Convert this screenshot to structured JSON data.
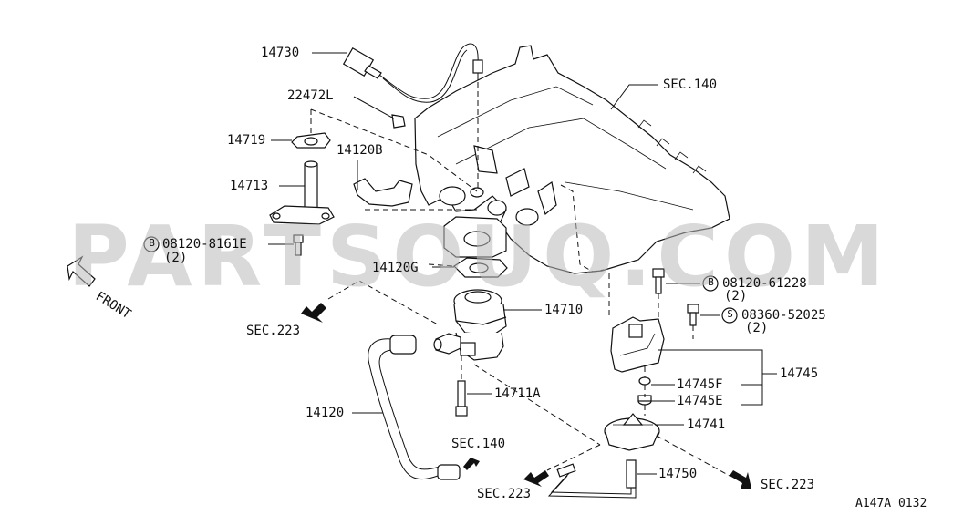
{
  "diagram_id": "A147A 0132",
  "watermark": "PARTSOUQ.COM",
  "front_label": "FRONT",
  "labels": {
    "p14730": "14730",
    "p22472L": "22472L",
    "p14719": "14719",
    "p14713": "14713",
    "p08120_8161E": "08120-8161E",
    "p08120_8161E_qty": "(2)",
    "p14120B": "14120B",
    "p14120G": "14120G",
    "sec140_top": "SEC.140",
    "p08120_61228": "08120-61228",
    "p08120_61228_qty": "(2)",
    "p08360_52025": "08360-52025",
    "p08360_52025_qty": "(2)",
    "p14710": "14710",
    "sec223_left": "SEC.223",
    "p14745": "14745",
    "p14745F": "14745F",
    "p14745E": "14745E",
    "p14711A": "14711A",
    "p14120": "14120",
    "p14741": "14741",
    "sec140_bottom": "SEC.140",
    "p14750": "14750",
    "sec223_bottom": "SEC.223",
    "sec223_right": "SEC.223"
  },
  "bolt_marks": {
    "b": "B",
    "s": "S"
  }
}
